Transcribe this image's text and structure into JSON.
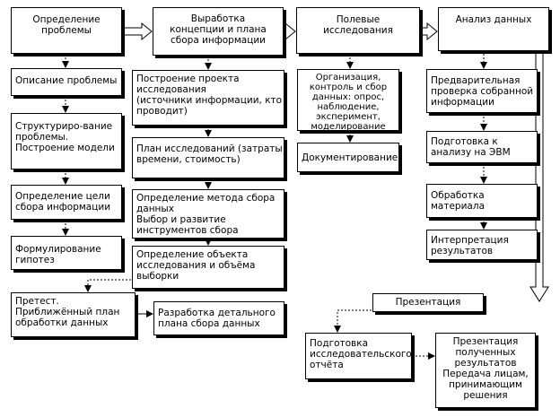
{
  "header": {
    "definition": [
      "Определение",
      "проблемы"
    ],
    "concept": [
      "Выработка",
      "концепции и плана",
      "сбора информации"
    ],
    "field": [
      "Полевые",
      "исследования"
    ],
    "analysis": [
      "Анализ данных"
    ]
  },
  "col1": {
    "description": [
      "Описание проблемы"
    ],
    "structuring": [
      "Структуриро-вание",
      "проблемы.",
      "Построение модели"
    ],
    "goal": [
      "Определение цели",
      "сбора информации"
    ],
    "hypotheses": [
      "Формулирование",
      "гипотез"
    ]
  },
  "col2": {
    "project": [
      "Построение проекта",
      "исследования",
      "(источники информации, кто",
      "проводит)"
    ],
    "plan": [
      "План исследований (затраты",
      "времени, стоимость)"
    ],
    "method": [
      "Определение метода сбора",
      "данных",
      "Выбор и развитие",
      "инструментов сбора"
    ],
    "object": [
      "Определение объекта",
      "исследования и объёма",
      "выборки"
    ]
  },
  "col3": {
    "organization": [
      "Организация,",
      "контроль и сбор",
      "данных: опрос,",
      "наблюдение,",
      "эксперимент,",
      "моделирование"
    ],
    "documentation": [
      "Документирование"
    ]
  },
  "col4": {
    "check": [
      "Предварительная",
      "проверка собранной",
      "информации"
    ],
    "prep": [
      "Подготовка к",
      "анализу на ЭВМ"
    ],
    "processing": [
      "Обработка",
      "материала"
    ],
    "interpretation": [
      "Интерпретация",
      "результатов"
    ]
  },
  "bottom": {
    "pretest": [
      "Претест.",
      "Приближённый план",
      "обработки данных"
    ],
    "detailed_plan": [
      "Разработка детального",
      "плана сбора данных"
    ],
    "presentation": [
      "Презентация"
    ],
    "report": [
      "Подготовка",
      "исследовательского",
      "отчёта"
    ],
    "results": [
      "Презентация",
      "полученных",
      "результатов",
      "Передача лицам,",
      "принимающим",
      "решения"
    ]
  }
}
